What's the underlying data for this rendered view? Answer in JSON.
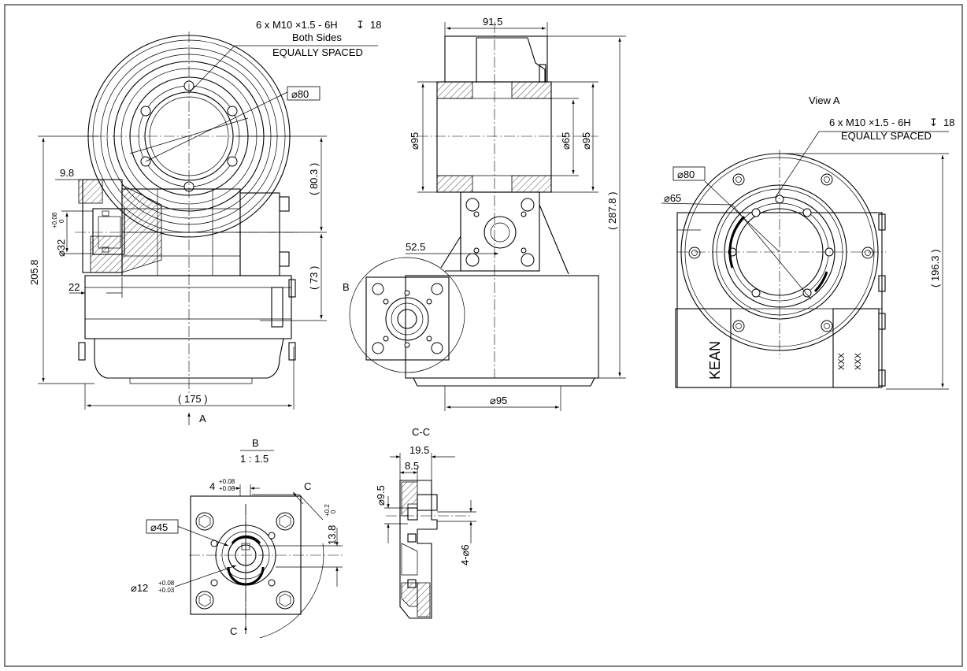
{
  "callouts": {
    "thread_front_l1": "6 x  M10 ×1.5 - 6H",
    "thread_front_depth": "18",
    "thread_front_l2": "Both Sides",
    "thread_front_l3": "EQUALLY SPACED",
    "thread_view_a_l1": "6 x  M10 ×1.5 - 6H",
    "thread_view_a_depth": "18",
    "thread_view_a_l2": "EQUALLY SPACED"
  },
  "front_view": {
    "dia_80": "⌀80",
    "dim_98": "9.8",
    "dim_22": "22",
    "dim_2058": "205.8",
    "dim_803": "( 80.3 )",
    "dim_73": "( 73 )",
    "dim_175": "( 175 )",
    "dia_32": "⌀32",
    "tol_32_upper": "+0.08",
    "tol_32_lower": "0",
    "view_arrow_label": "A"
  },
  "side_view": {
    "dim_915": "91.5",
    "dia_95_left": "⌀95",
    "dia_65": "⌀65",
    "dia_95_right": "⌀95",
    "dim_2878": "( 287.8 )",
    "dim_525": "52.5",
    "dia_95_bottom": "⌀95",
    "detail_label": "B"
  },
  "view_a": {
    "title": "View  A",
    "dia_80": "⌀80",
    "dia_65": "⌀65",
    "dim_1963": "( 196.3 )",
    "brand": "KEAN",
    "mark_1": "XXX",
    "mark_2": "XXX"
  },
  "detail_b": {
    "title": "B",
    "scale": "1 : 1.5",
    "dim_4": "4",
    "tol_4_upper": "+0.08",
    "tol_4_lower": "+0.03",
    "section_mark_top": "C",
    "section_mark_bottom": "C",
    "dia_45": "⌀45",
    "dim_138": "13.8",
    "tol_138_upper": "+0.2",
    "tol_138_lower": "0",
    "dia_12": "⌀12",
    "tol_12_upper": "+0.08",
    "tol_12_lower": "+0.03"
  },
  "section_cc": {
    "title": "C-C",
    "dim_195": "19.5",
    "dim_85": "8.5",
    "dia_95": "⌀9.5",
    "holes": "4-⌀6"
  }
}
